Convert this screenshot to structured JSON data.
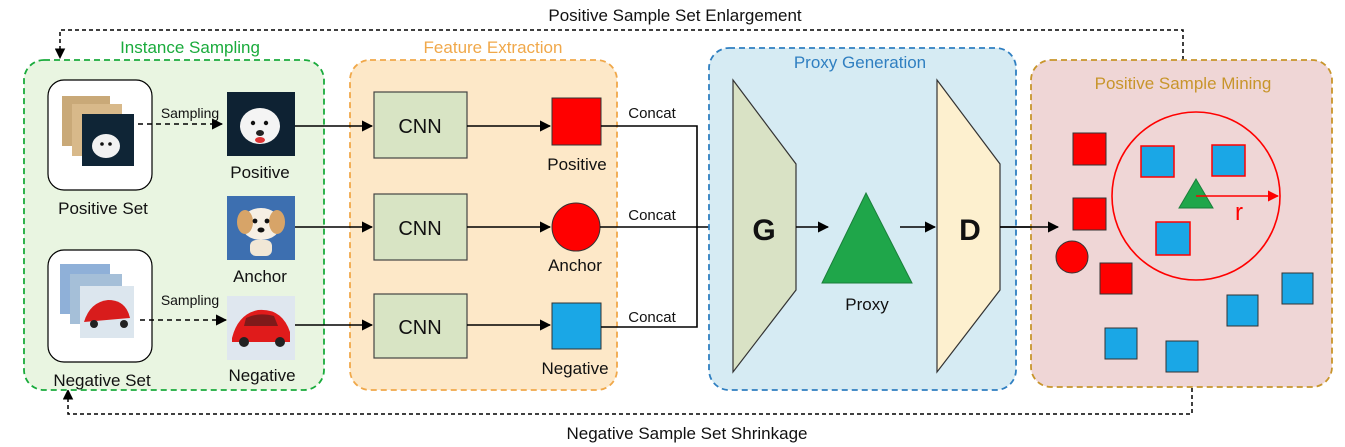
{
  "loop_labels": {
    "top": "Positive Sample Set Enlargement",
    "bottom": "Negative Sample Set Shrinkage"
  },
  "panels": {
    "instance_sampling": "Instance Sampling",
    "feature_extraction": "Feature Extraction",
    "proxy_generation": "Proxy Generation",
    "positive_sample_mining": "Positive Sample Mining"
  },
  "instance_sampling": {
    "positive_set": "Positive Set",
    "negative_set": "Negative Set",
    "sampling_positive": "Sampling",
    "sampling_negative": "Sampling",
    "positive": "Positive",
    "anchor": "Anchor",
    "negative": "Negative"
  },
  "feature_extraction": {
    "cnn_1": "CNN",
    "cnn_2": "CNN",
    "cnn_3": "CNN",
    "feature_positive": "Positive",
    "feature_anchor": "Anchor",
    "feature_negative": "Negative"
  },
  "concat": {
    "positive": "Concat",
    "anchor": "Concat",
    "negative": "Concat"
  },
  "proxy_generation": {
    "generator": "G",
    "discriminator": "D",
    "proxy": "Proxy"
  },
  "positive_sample_mining": {
    "radius": "r"
  },
  "colors": {
    "instance_sampling_border": "#1aab3c",
    "instance_sampling_fill": "#e9f5e1",
    "feature_extraction_border": "#f0a84a",
    "feature_extraction_fill": "#fde8c8",
    "proxy_generation_border": "#2f7fc1",
    "proxy_generation_fill": "#d6ebf3",
    "positive_mining_border": "#c8952b",
    "positive_mining_fill": "#efd6d6",
    "positive": "#ff0000",
    "negative": "#1aa7e6",
    "proxy": "#1fa64a",
    "cnn_fill": "#d8e4c4",
    "generator_fill": "#d9e2c5",
    "discriminator_fill": "#fdf0cf"
  }
}
